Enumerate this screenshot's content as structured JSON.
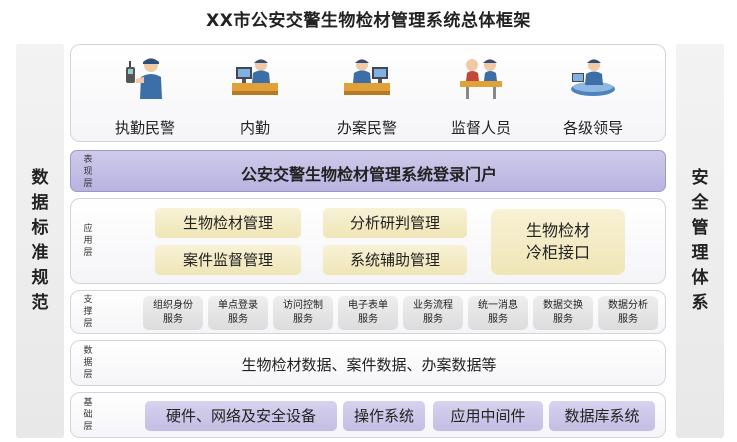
{
  "title": "XX市公安交警生物检材管理系统总体框架",
  "left_column": [
    "数",
    "据",
    "标",
    "准",
    "规",
    "范"
  ],
  "right_column": [
    "安",
    "全",
    "管",
    "理",
    "体",
    "系"
  ],
  "users": [
    {
      "label": "执勤民警",
      "icon": "traffic-police-radio-icon"
    },
    {
      "label": "内勤",
      "icon": "office-staff-computer-icon"
    },
    {
      "label": "办案民警",
      "icon": "case-officer-computer-icon"
    },
    {
      "label": "监督人员",
      "icon": "supervisor-icon"
    },
    {
      "label": "各级领导",
      "icon": "leader-computer-icon"
    }
  ],
  "presentation_layer": {
    "label": [
      "表",
      "现",
      "层"
    ],
    "portal": "公安交警生物检材管理系统登录门户"
  },
  "application_layer": {
    "label": [
      "应",
      "用",
      "层"
    ],
    "modules": [
      "生物检材管理",
      "分析研判管理",
      "案件监督管理",
      "系统辅助管理"
    ],
    "cabinet": [
      "生物检材",
      "冷柜接口"
    ]
  },
  "support_layer": {
    "label": [
      "支",
      "撑",
      "层"
    ],
    "services": [
      [
        "组织身份",
        "服务"
      ],
      [
        "单点登录",
        "服务"
      ],
      [
        "访问控制",
        "服务"
      ],
      [
        "电子表单",
        "服务"
      ],
      [
        "业务流程",
        "服务"
      ],
      [
        "统一消息",
        "服务"
      ],
      [
        "数据交换",
        "服务"
      ],
      [
        "数据分析",
        "服务"
      ]
    ]
  },
  "data_layer": {
    "label": [
      "数",
      "据",
      "层"
    ],
    "text": "生物检材数据、案件数据、办案数据等"
  },
  "base_layer": {
    "label": [
      "基",
      "础",
      "层"
    ],
    "items": [
      "硬件、网络及安全设备",
      "操作系统",
      "应用中间件",
      "数据库系统"
    ]
  },
  "colors": {
    "portal": "#c4bfe4",
    "app_module": "#f3ebc6",
    "support_chip": "#e3e3e3",
    "base_item": "#cdc8e8"
  }
}
